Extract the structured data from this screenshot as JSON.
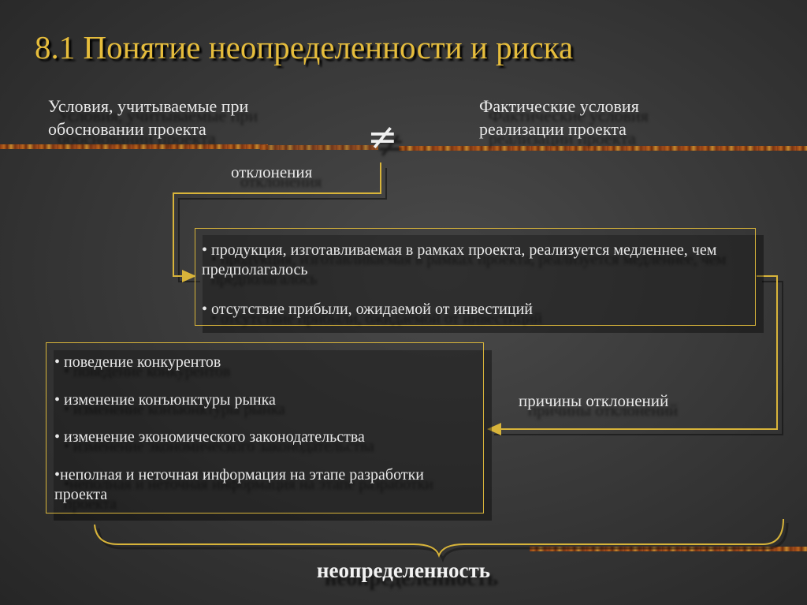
{
  "slide": {
    "title": "8.1 Понятие неопределенности и риска",
    "left_heading_line1": "Условия, учитываемые при",
    "left_heading_line2": "обосновании проекта",
    "not_equal_symbol": "≠",
    "right_heading_line1": "Фактические условия",
    "right_heading_line2": "реализации проекта",
    "deviations_label": "отклонения",
    "deviation_items": [
      "• продукция, изготавливаемая в рамках проекта, реализуется медленнее, чем предполагалось",
      "• отсутствие прибыли, ожидаемой от инвестиций"
    ],
    "causes_label": "причины отклонений",
    "cause_items": [
      "• поведение конкурентов",
      "• изменение конъюнктуры рынка",
      "• изменение экономического законодательства",
      "•неполная и неточная информация на этапе разработки проекта"
    ],
    "conclusion": "неопределенность"
  },
  "colors": {
    "title": "#e6bd3c",
    "accent_line": "#d8b43a",
    "text": "#e8e8e8"
  }
}
